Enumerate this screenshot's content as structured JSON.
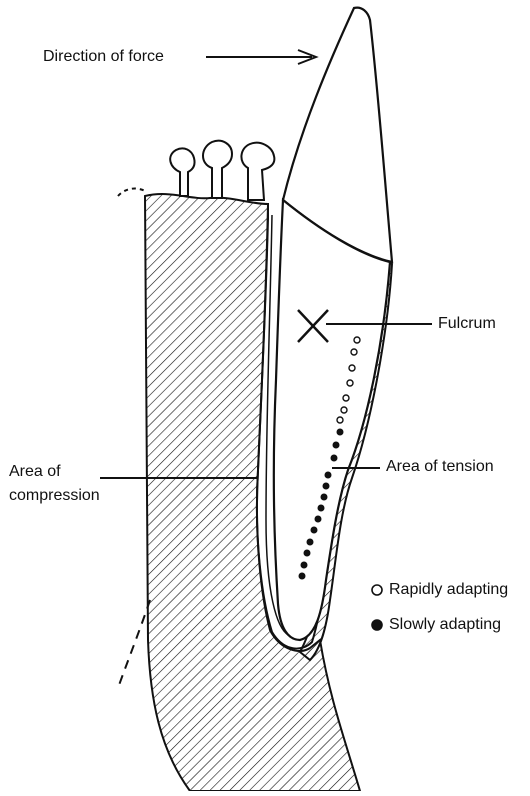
{
  "labels": {
    "direction_of_force": "Direction of force",
    "fulcrum": "Fulcrum",
    "area_of_tension": "Area of tension",
    "area_of_compression_line1": "Area of",
    "area_of_compression_line2": "compression"
  },
  "legend": {
    "rapidly_adapting": "Rapidly adapting",
    "slowly_adapting": "Slowly adapting"
  },
  "colors": {
    "ink": "#111111",
    "background": "#ffffff"
  }
}
